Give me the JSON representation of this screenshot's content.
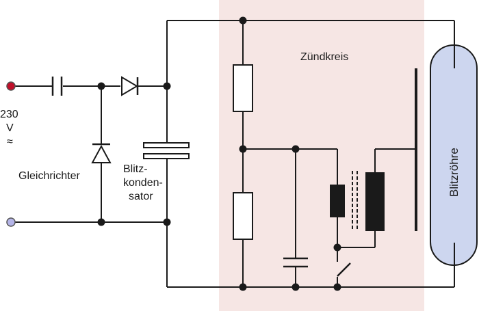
{
  "labels": {
    "voltage_value": "230",
    "voltage_unit": "V",
    "ac_symbol": "≈",
    "rectifier": "Gleichrichter",
    "capacitor_line1": "Blitz-",
    "capacitor_line2": "konden-",
    "capacitor_line3": "sator",
    "trigger_circuit": "Zündkreis",
    "flash_tube": "Blitzröhre"
  },
  "colors": {
    "trigger_zone": "#f6e6e4",
    "flash_tube_fill": "#cdd6ef",
    "terminal_top": "#c0102a",
    "terminal_bottom": "#b5b5e8",
    "line": "#1a1a1a"
  }
}
